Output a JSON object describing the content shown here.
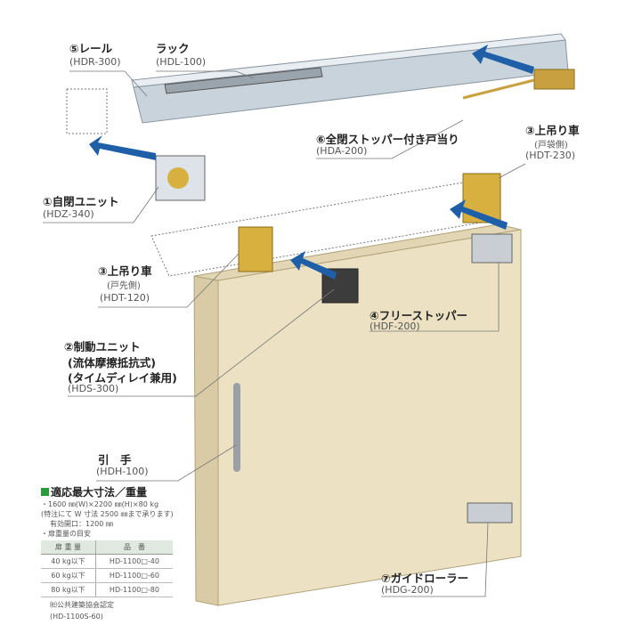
{
  "labels": {
    "rail": {
      "name": "⑤レール",
      "code": "(HDR-300)"
    },
    "rack": {
      "name": "ラック",
      "code": "(HDL-100)"
    },
    "full_stopper": {
      "name": "⑥全閉ストッパー付き戸当り",
      "code": "(HDA-200)"
    },
    "hanger_pocket": {
      "name": "③上吊り車",
      "side": "(戸袋側)",
      "code": "(HDT-230)"
    },
    "self_close": {
      "name": "①自閉ユニット",
      "code": "(HDZ-340)"
    },
    "hanger_front": {
      "name": "③上吊り車",
      "side": "(戸先側)",
      "code": "(HDT-120)"
    },
    "free_stopper": {
      "name": "④フリーストッパー",
      "code": "(HDF-200)"
    },
    "brake": {
      "name": "②制動ユニット",
      "line2": "(流体摩擦抵抗式)",
      "line3": "(タイムディレイ兼用)",
      "code": "(HDS-300)"
    },
    "handle": {
      "name": "引　手",
      "code": "(HDH-100)"
    },
    "guide_roller": {
      "name": "⑦ガイドローラー",
      "code": "(HDG-200)"
    }
  },
  "spec": {
    "title": "適応最大寸法／重量",
    "lines": [
      "・1600 ㎜(W)×2200 ㎜(H)×80 kg",
      "(特注にて W 寸法 2500 ㎜まで承ります)",
      "有効開口：1200 ㎜",
      "・扉重量の目安"
    ],
    "headers": [
      "扉 重 量",
      "品　番"
    ],
    "rows": [
      [
        "40 kg以下",
        "HD-1100□-40"
      ],
      [
        "60 kg以下",
        "HD-1100□-60"
      ],
      [
        "80 kg以下",
        "HD-1100□-80"
      ]
    ],
    "note1": "㈳公共建築協会認定",
    "note2": "(HD-1100S-60)"
  },
  "colors": {
    "door": "#ece2c3",
    "arrow": "#1f5fa8",
    "rail": "#c9d3db",
    "accent": "#2a9a3a"
  }
}
